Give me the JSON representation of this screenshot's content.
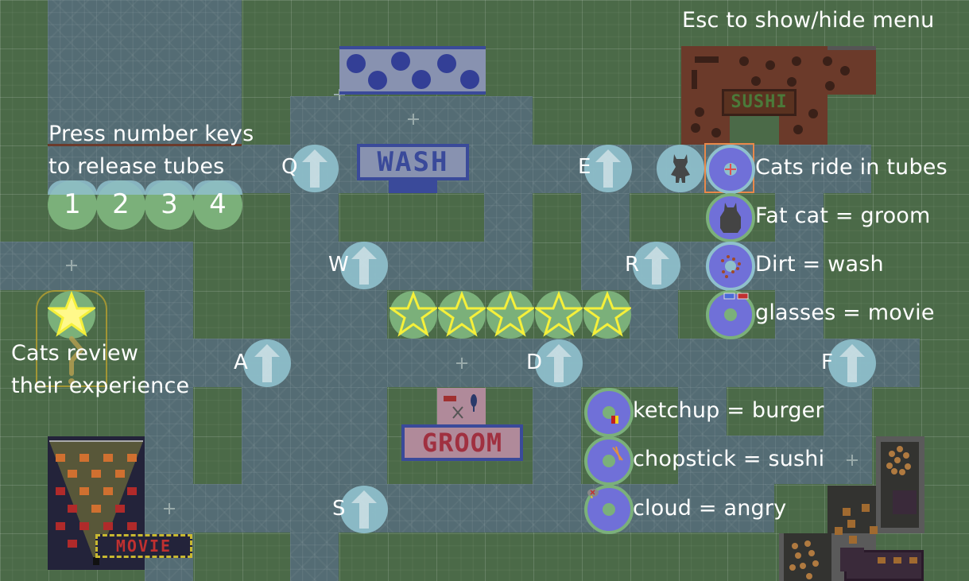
{
  "hud": {
    "menu_hint": "Esc to show/hide menu",
    "release_hint_line1": "Press number keys",
    "release_hint_line2": "to release tubes",
    "review_hint_line1": "Cats review",
    "review_hint_line2": "their experience"
  },
  "release_buttons": [
    {
      "label": "1"
    },
    {
      "label": "2"
    },
    {
      "label": "3"
    },
    {
      "label": "4"
    }
  ],
  "switches": [
    {
      "key": "Q"
    },
    {
      "key": "W"
    },
    {
      "key": "E"
    },
    {
      "key": "R"
    },
    {
      "key": "A"
    },
    {
      "key": "S"
    },
    {
      "key": "D"
    },
    {
      "key": "F"
    }
  ],
  "buildings": {
    "wash": "WASH",
    "groom": "GROOM",
    "sushi": "SUSHI",
    "movie": "MOVIE"
  },
  "legend": [
    {
      "text": "Cats ride in tubes",
      "icon": "cat-in-tube-icon"
    },
    {
      "text": "Fat cat = groom",
      "icon": "fat-cat-icon"
    },
    {
      "text": "Dirt = wash",
      "icon": "dirt-icon"
    },
    {
      "text": "glasses = movie",
      "icon": "glasses-icon"
    },
    {
      "text": "ketchup = burger",
      "icon": "ketchup-icon"
    },
    {
      "text": "chopstick = sushi",
      "icon": "chopstick-icon"
    },
    {
      "text": "cloud = angry",
      "icon": "cloud-icon"
    }
  ],
  "review_stars": 5,
  "colors": {
    "grass": "#4b6a48",
    "tube": "#546c74",
    "switch": "#8fc0cc",
    "cat_ball": "#7070d8",
    "star": "#f5f03a",
    "selection": "#e8884a"
  }
}
